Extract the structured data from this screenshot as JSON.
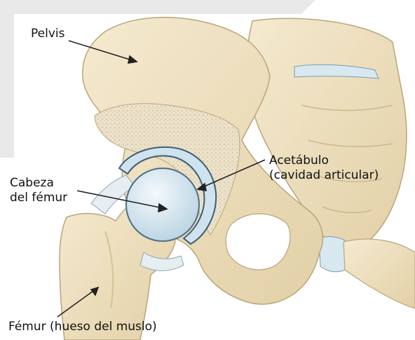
{
  "labels": {
    "pelvis": "Pelvis",
    "acetabulo_line1": "Acetábulo",
    "acetabulo_line2": "(cavidad articular)",
    "cabeza_line1": "Cabeza",
    "cabeza_line2": "del fémur",
    "femur": "Fémur (hueso del muslo)"
  },
  "colors": {
    "bone": "#efe2c2",
    "bone_shade": "#d9c79c",
    "bone_outline": "#b9a57a",
    "cartilage": "#cfe3ee",
    "cartilage_edge": "#5e7f93",
    "spongy": "#e6dcc5",
    "background_top": "#ececec"
  }
}
